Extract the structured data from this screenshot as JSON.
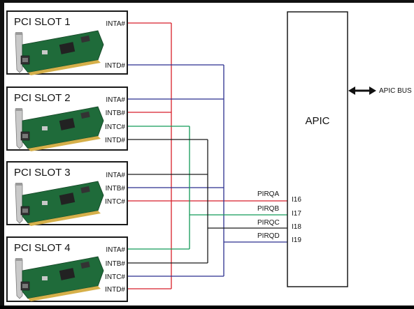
{
  "slots": [
    {
      "title": "PCI SLOT 1",
      "pins": [
        "INTA#",
        "INTD#"
      ]
    },
    {
      "title": "PCI SLOT 2",
      "pins": [
        "INTA#",
        "INTB#",
        "INTC#",
        "INTD#"
      ]
    },
    {
      "title": "PCI SLOT 3",
      "pins": [
        "INTA#",
        "INTB#",
        "INTC#"
      ]
    },
    {
      "title": "PCI SLOT 4",
      "pins": [
        "INTA#",
        "INTB#",
        "INTC#",
        "INTD#"
      ]
    }
  ],
  "apic": {
    "title": "APIC",
    "bus_label": "APIC BUS",
    "inputs": [
      "I16",
      "I17",
      "I18",
      "I19"
    ]
  },
  "pirq": [
    "PIRQA",
    "PIRQB",
    "PIRQC",
    "PIRQD"
  ],
  "colors": {
    "PIRQA": "#d81f2a",
    "PIRQB": "#2b2f8f",
    "PIRQC": "#129a57",
    "PIRQD": "#1a1a1a"
  }
}
